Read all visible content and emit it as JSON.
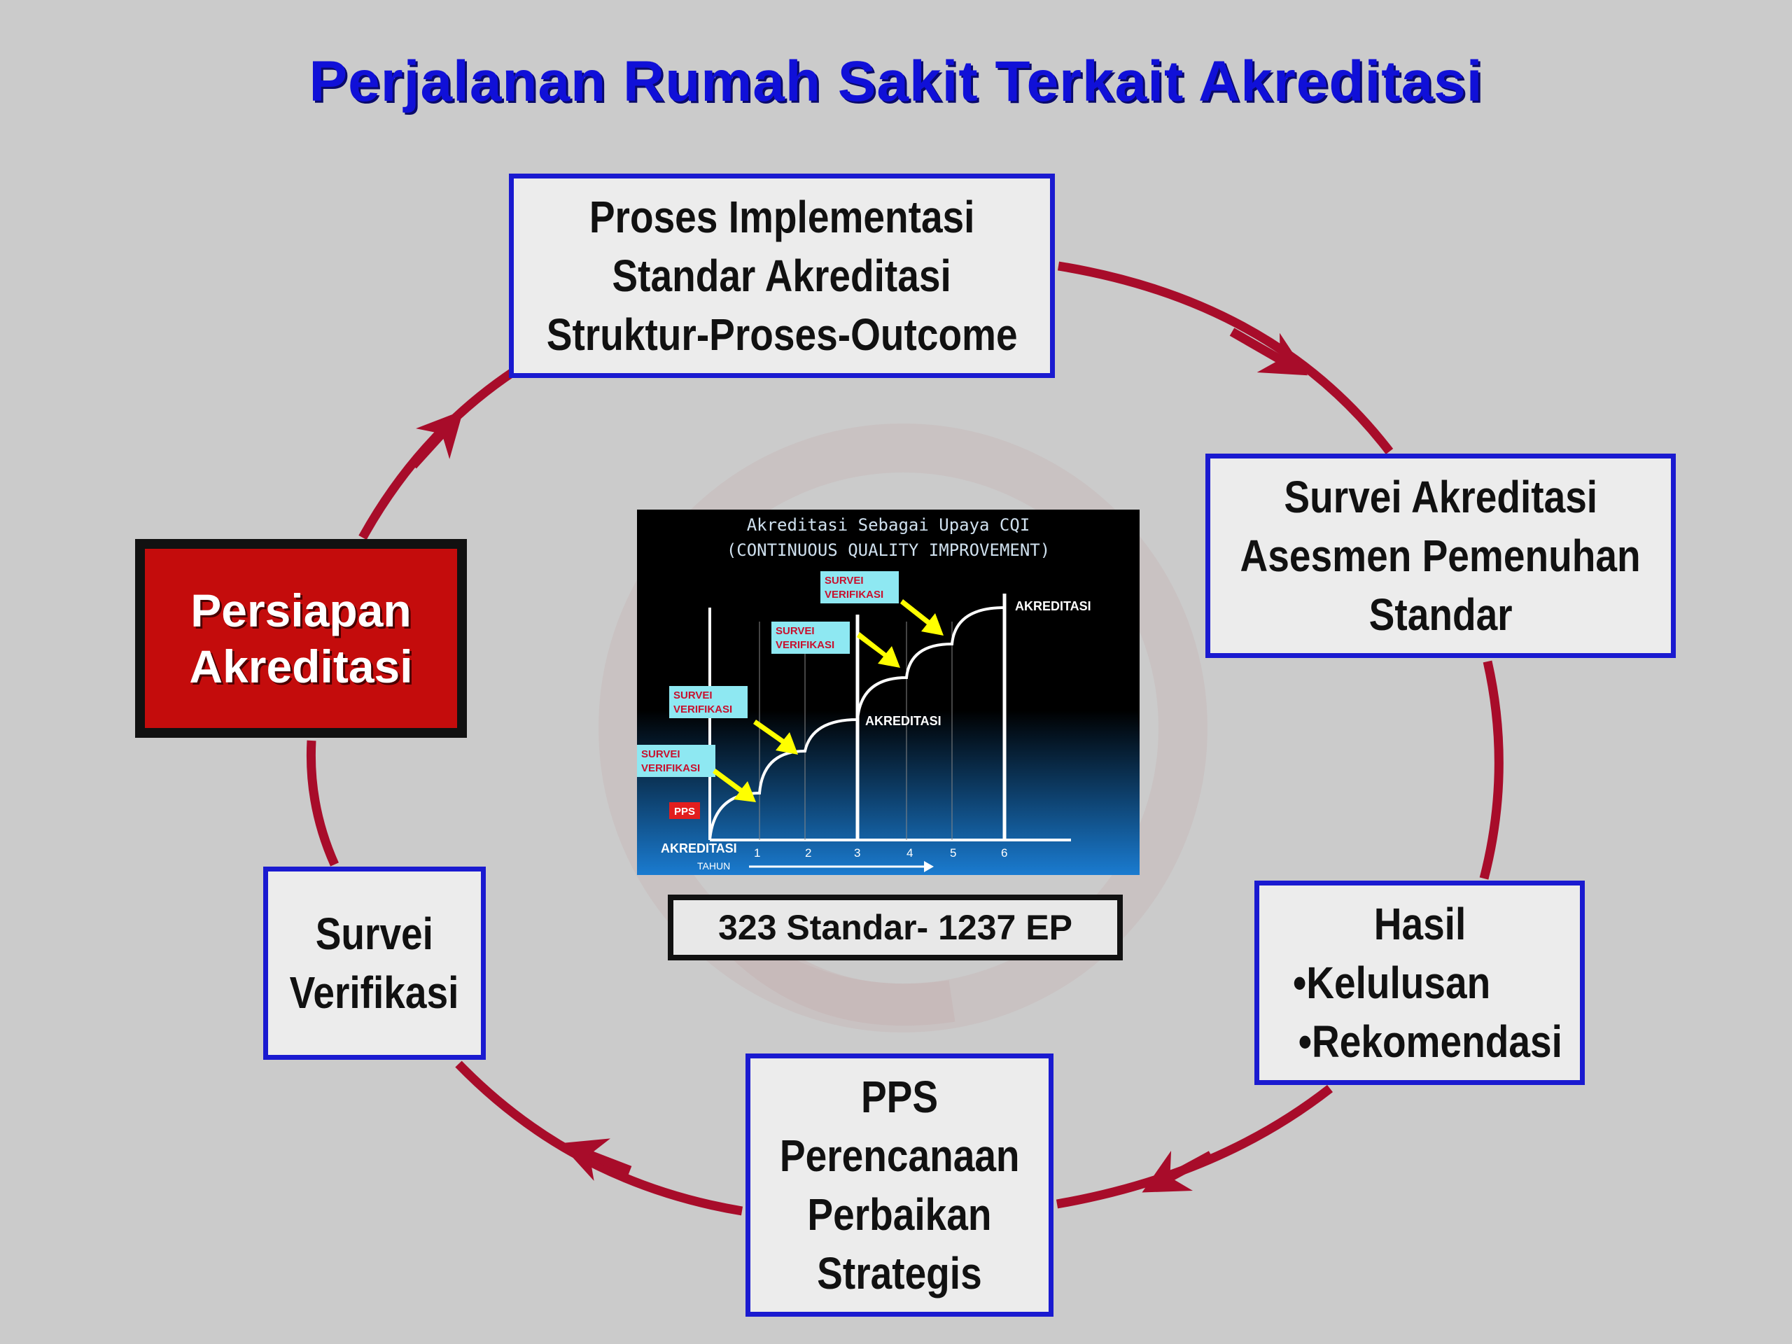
{
  "title": "Perjalanan Rumah Sakit Terkait Akreditasi",
  "colors": {
    "title": "#1010d8",
    "box_border": "#1a1ad0",
    "cycle_arrow": "#a80c2a",
    "persiapan_fill": "#c40c0c",
    "background": "#cbcbcb"
  },
  "nodes": {
    "proses": {
      "lines": [
        "Proses Implementasi",
        "Standar Akreditasi",
        "Struktur-Proses-Outcome"
      ]
    },
    "survei_akreditasi": {
      "lines": [
        "Survei Akreditasi",
        "Asesmen Pemenuhan",
        "Standar"
      ]
    },
    "hasil": {
      "header": "Hasil",
      "bullets": [
        "Kelulusan",
        "Rekomendasi"
      ]
    },
    "pps": {
      "lines": [
        "PPS",
        "Perencanaan",
        "Perbaikan",
        "Strategis"
      ]
    },
    "survei_verifikasi": {
      "lines": [
        "Survei",
        "Verifikasi"
      ]
    },
    "persiapan": {
      "lines": [
        "Persiapan",
        "Akreditasi"
      ]
    }
  },
  "inner_chart": {
    "title_line1": "Akreditasi Sebagai Upaya CQI",
    "title_line2": "(CONTINUOUS QUALITY IMPROVEMENT)",
    "survei_label_l1": "SURVEI",
    "survei_label_l2": "VERIFIKASI",
    "akreditasi_label": "AKREDITASI",
    "pps_label": "PPS",
    "x_axis_start_label": "AKREDITASI",
    "x_axis_unit": "TAHUN",
    "x_ticks": [
      "1",
      "2",
      "3",
      "4",
      "5",
      "6"
    ]
  },
  "standar_label": "323 Standar- 1237 EP"
}
